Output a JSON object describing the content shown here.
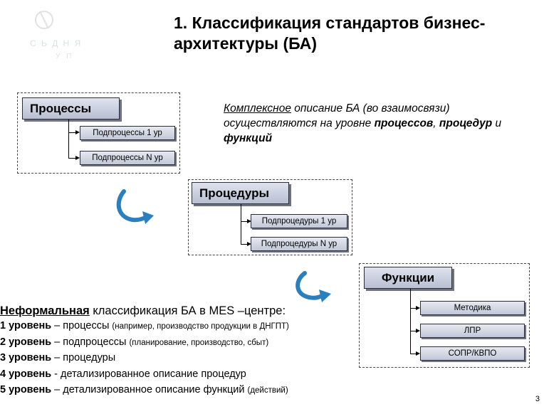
{
  "title": "1. Классификация стандартов бизнес-архитектуры (БА)",
  "logo": {
    "line1": "С Ь Д  Н  Я",
    "line2": "У  П"
  },
  "groups": [
    {
      "header": "Процессы",
      "items": [
        "Подпроцессы 1 ур",
        "Подпроцессы N ур"
      ]
    },
    {
      "header": "Процедуры",
      "items": [
        "Подпроцедуры 1 ур",
        "Подпроцедуры N ур"
      ]
    },
    {
      "header": "Функции",
      "items": [
        "Методика",
        "ЛПР",
        "СОПР/КВПО"
      ]
    }
  ],
  "description": {
    "part1": "Комплексное",
    "part2": " описание БА (во взаимосвязи) осуществляются на уровне ",
    "part3": "процессов",
    "part4": ", ",
    "part5": "процедур",
    "part6": " и ",
    "part7": "функций"
  },
  "classification": {
    "head_bold": "Неформальная",
    "head_rest": " классификация БА в MES –центре:",
    "levels": [
      {
        "level": "1 уровень",
        "text": " – процессы ",
        "note": "(например, производство продукции в ДНГПТ)"
      },
      {
        "level": "2 уровень",
        "text": " – подпроцессы ",
        "note": "(планирование, производство, сбыт)"
      },
      {
        "level": "3 уровень",
        "text": " – процедуры",
        "note": ""
      },
      {
        "level": "4 уровень",
        "text": " -  детализированное  описание  процедур",
        "note": ""
      },
      {
        "level": "5 уровень",
        "text": " – детализированное  описание  функций ",
        "note": "(действий)"
      }
    ]
  },
  "page_number": "3",
  "colors": {
    "curve_arrow": "#2a7fc0",
    "header_fill": "#c6ccdc"
  }
}
